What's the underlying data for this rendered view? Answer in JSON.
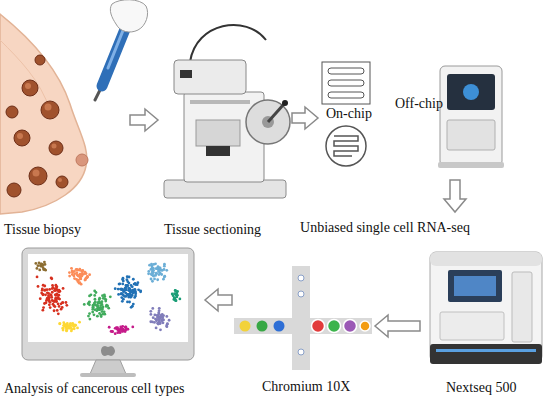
{
  "diagram": {
    "nodes": [
      {
        "text": [
          "Tissue biopsy"
        ]
      },
      {
        "text": [
          "Tissue sectioning"
        ]
      },
      {
        "text": [
          "On-chip"
        ]
      },
      {
        "text": [
          "Off-chip"
        ]
      },
      {
        "text": [
          "Nextseq 500"
        ]
      },
      {
        "text": [
          "Chromium 10X"
        ]
      },
      {
        "text": [
          "Analysis of cancerous cell types"
        ]
      }
    ],
    "edges": [
      {
        "from": 0,
        "to": 1,
        "arrow": "to"
      },
      {
        "from": 1,
        "to": 2,
        "arrow": "to"
      },
      {
        "from": 3,
        "to": 4,
        "label": "Unbiased single cell RNA-seq",
        "arrow": "to"
      },
      {
        "from": 4,
        "to": 5,
        "arrow": "to"
      },
      {
        "from": 5,
        "to": 6,
        "arrow": "to"
      }
    ]
  }
}
